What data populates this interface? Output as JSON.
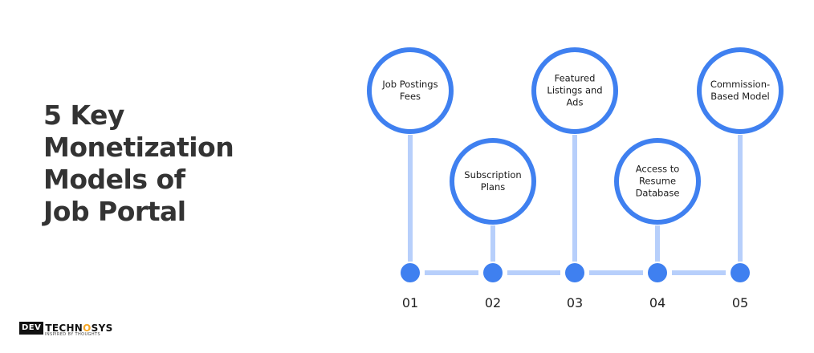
{
  "title": {
    "line1": "5 Key",
    "line2": "Monetization",
    "line3": "Models of",
    "line4": "Job Portal"
  },
  "steps": [
    {
      "number": "01",
      "label": "Job Postings Fees"
    },
    {
      "number": "02",
      "label": "Subscription Plans"
    },
    {
      "number": "03",
      "label": "Featured Listings and Ads"
    },
    {
      "number": "04",
      "label": "Access to Resume Database"
    },
    {
      "number": "05",
      "label": "Commission-Based Model"
    }
  ],
  "logo": {
    "dev": "DEV",
    "text_a": "TECHN",
    "text_o": "O",
    "text_b": "SYS",
    "tagline": "INSPIRED BY THOUGHTS"
  },
  "colors": {
    "ring": "#3f80f0",
    "line": "#b7cffb",
    "dot": "#3f80f0",
    "heading": "#333333"
  }
}
